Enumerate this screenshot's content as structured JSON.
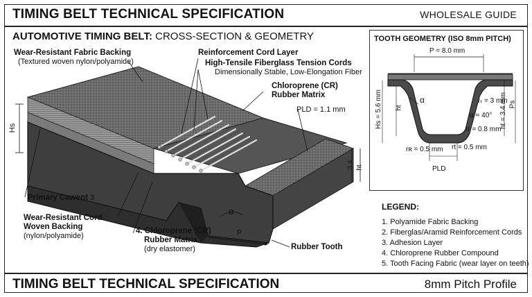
{
  "header": {
    "title": "TIMING BELT TECHNICAL SPECIFICATION",
    "right": "WHOLESALE GUIDE"
  },
  "footer": {
    "title": "TIMING BELT TECHNICAL SPECIFICATION",
    "right": "8mm Pitch Profile"
  },
  "main": {
    "subhead_bold": "AUTOMOTIVE TIMING BELT:",
    "subhead_rest": " CROSS-SECTION & GEOMETRY",
    "labels": {
      "fabric_backing": "Wear-Resistant Fabric Backing",
      "fabric_backing_sub": "(Textured woven nylon/polyamide)",
      "reinforcement_layer": "Reinforcement Cord Layer",
      "tension_cords": "High-Tensile Fiberglass Tension Cords",
      "tension_cords_sub": "Dimensionally Stable, Low-Elongation Fiber",
      "cr_matrix_1": "Chloroprene (CR)",
      "cr_matrix_2": "Rubber Matrix",
      "pld": "PLD = 1.1 mm",
      "hs": "Hs",
      "dim_34": "3.4",
      "ht": "ht",
      "primary_cawent": "Primary Cawent",
      "primary_cawent_num": "3",
      "woven_backing_1": "Wear-Resistant Cord",
      "woven_backing_2": "Woven Backing",
      "woven_backing_sub": "(nylon/polyamide)",
      "cr4_1": "4. Chloroprene (CR)",
      "cr4_2": "Rubber Matrix",
      "cr4_sub": "(dry elastomer)",
      "alpha": "α",
      "p": "P",
      "rubber_tooth": "Rubber Tooth"
    }
  },
  "geometry": {
    "title": "TOOTH GEOMETRY (ISO 8mm PITCH)",
    "pitch": "P = 8.0 mm",
    "hs": "Hs = 5.6 mm",
    "ht": "ht = 3.4 mm",
    "ht_short": "ht",
    "ps": "Ps",
    "alpha": "α",
    "rt_top": "rₜ = 3 mm",
    "alpha_val": "α = 40°",
    "rr": "rr = 0.8 mm",
    "rr_bottom": "rʀ = 0.5 mm",
    "rt_bottom": "rt = 0.5 mm",
    "pld": "PLD"
  },
  "legend": {
    "title": "LEGEND:",
    "items": [
      "1. Polyamide Fabric Backing",
      "2. Fiberglas/Aramid Reinforcement Cords",
      "3. Adhesion Layer",
      "4. Chloroprene Rubber Compound",
      "5. Tooth Facing Fabric (wear layer on teeth)"
    ]
  }
}
